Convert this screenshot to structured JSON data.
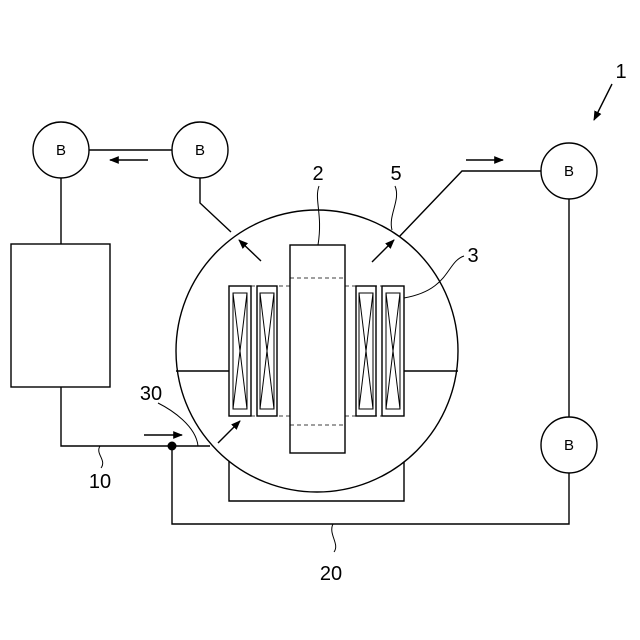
{
  "blowers": [
    {
      "id": "blower-top-left",
      "label": "B"
    },
    {
      "id": "blower-top-middle",
      "label": "B"
    },
    {
      "id": "blower-top-right",
      "label": "B"
    },
    {
      "id": "blower-bottom-right",
      "label": "B"
    }
  ],
  "reference_numerals": {
    "system": "1",
    "rotor": "2",
    "coil": "3",
    "casing": "5",
    "pipe_a": "10",
    "pipe_b": "20",
    "junction": "30"
  }
}
